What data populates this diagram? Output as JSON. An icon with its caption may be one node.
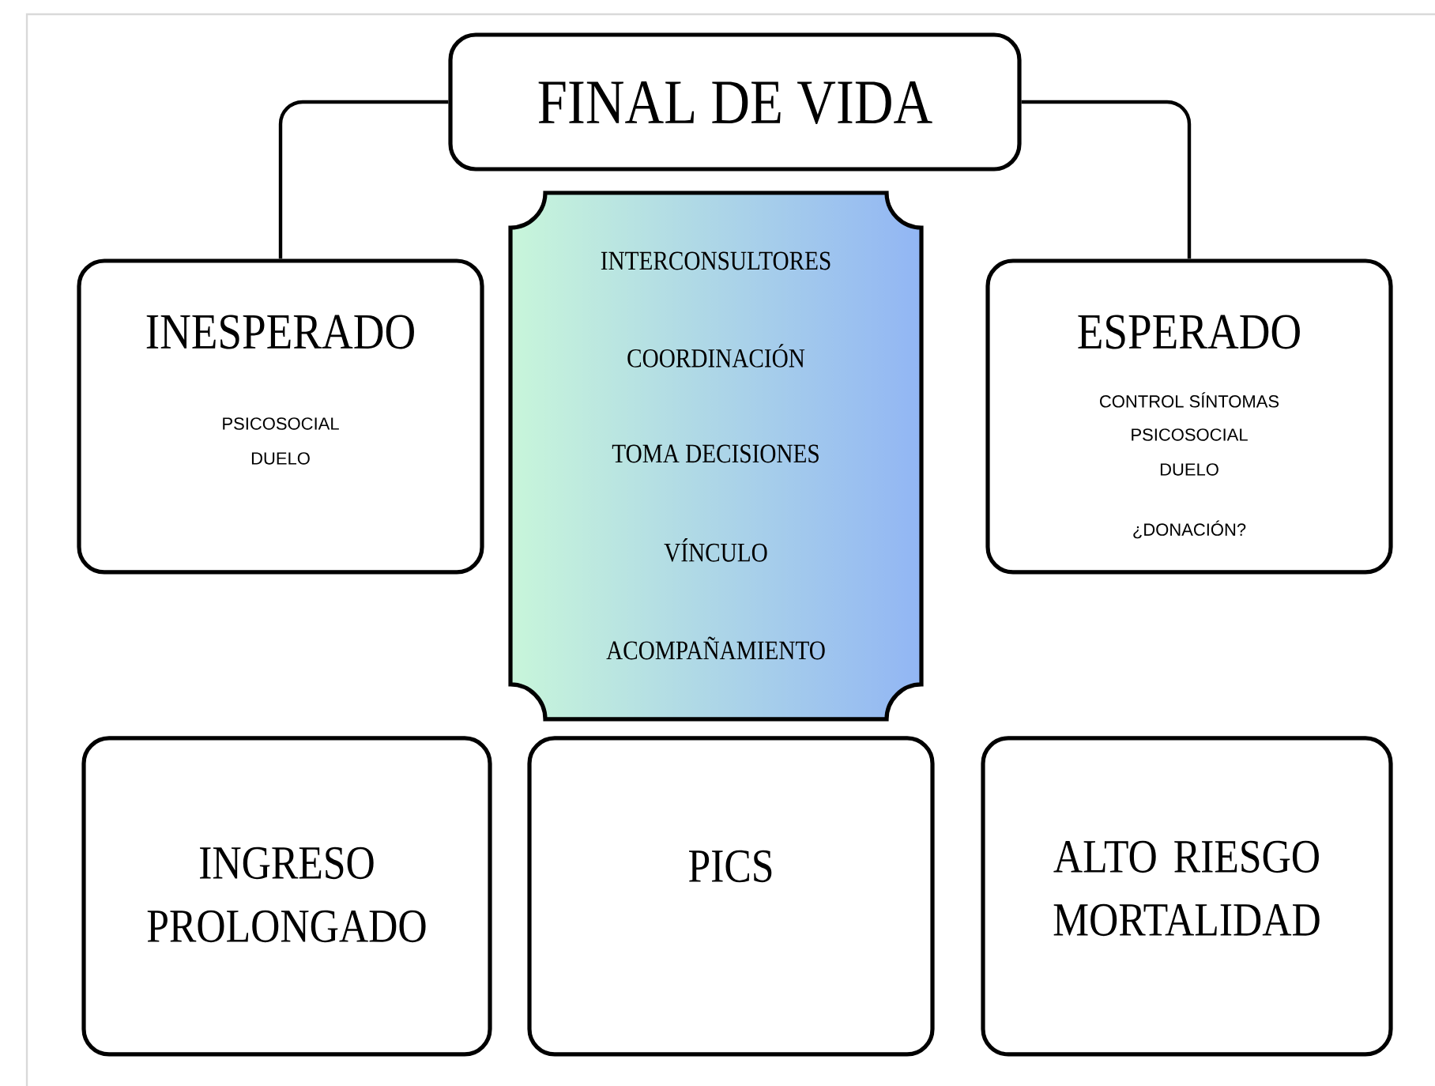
{
  "diagram": {
    "nodes": [
      {
        "text": [
          "FINAL DE VIDA"
        ]
      },
      {
        "text": [
          "INESPERADO",
          "PSICOSOCIAL",
          "DUELO"
        ]
      },
      {
        "text": [
          "INTERCONSULTORES",
          "COORDINACIÓN",
          "TOMA DECISIONES",
          "VÍNCULO",
          "ACOMPAÑAMIENTO"
        ]
      },
      {
        "text": [
          "ESPERADO",
          "CONTROL SÍNTOMAS",
          "PSICOSOCIAL",
          "DUELO",
          "¿DONACIÓN?"
        ]
      },
      {
        "text": [
          "INGRESO PROLONGADO"
        ]
      },
      {
        "text": [
          "PICS"
        ]
      },
      {
        "text": [
          "ALTO RIESGO MORTALIDAD"
        ]
      }
    ],
    "edges": [
      {
        "from": 0,
        "to": 1,
        "arrow": "none"
      },
      {
        "from": 0,
        "to": 3,
        "arrow": "none"
      }
    ]
  }
}
